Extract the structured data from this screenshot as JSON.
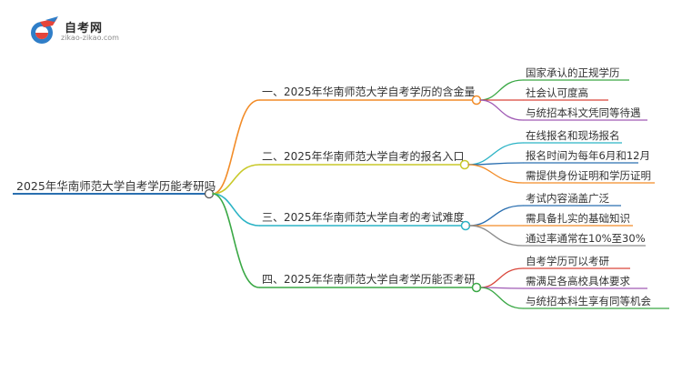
{
  "brand": {
    "name": "自考网",
    "url": "zikao-zikao.com",
    "icon": "graduation-cap-icon",
    "colors": {
      "primary": "#2f7ec8",
      "accent": "#e5443a"
    }
  },
  "mindmap": {
    "root": {
      "label": "2025年华南师范大学自考学历能考研吗",
      "color": "#2a6fb0"
    },
    "branches": [
      {
        "label": "一、2025年华南师范大学自考学历的含金量",
        "color": "#f28c28",
        "children": [
          {
            "label": "国家承认的正规学历",
            "color": "#3aa845"
          },
          {
            "label": "社会认可度高",
            "color": "#d9463b"
          },
          {
            "label": "与统招本科文凭同等待遇",
            "color": "#a05bb5"
          }
        ]
      },
      {
        "label": "二、2025年华南师范大学自考的报名入口",
        "color": "#c9c92a",
        "children": [
          {
            "label": "在线报名和现场报名",
            "color": "#2bb3c5"
          },
          {
            "label": "报名时间为每年6月和12月",
            "color": "#2a6fb0"
          },
          {
            "label": "需提供身份证明和学历证明",
            "color": "#f28c28"
          }
        ]
      },
      {
        "label": "三、2025年华南师范大学自考的考试难度",
        "color": "#2bb3c5",
        "children": [
          {
            "label": "考试内容涵盖广泛",
            "color": "#2a6fb0"
          },
          {
            "label": "需具备扎实的基础知识",
            "color": "#f28c28"
          },
          {
            "label": "通过率通常在10%至30%",
            "color": "#8c8c8c"
          }
        ]
      },
      {
        "label": "四、2025年华南师范大学自考学历能否考研",
        "color": "#3aa845",
        "children": [
          {
            "label": "自考学历可以考研",
            "color": "#d9463b"
          },
          {
            "label": "需满足各高校具体要求",
            "color": "#a05bb5"
          },
          {
            "label": "与统招本科生享有同等机会",
            "color": "#3aa845"
          }
        ]
      }
    ]
  }
}
